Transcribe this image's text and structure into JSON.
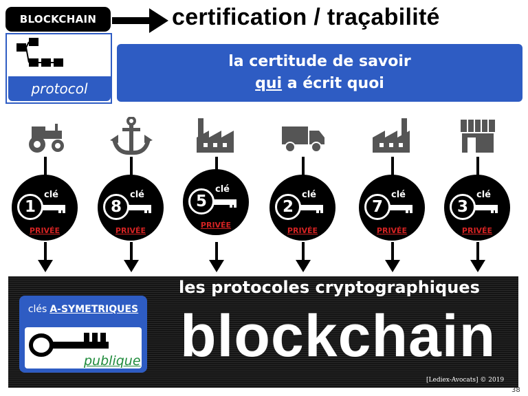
{
  "header": {
    "badge": "BLOCKCHAIN",
    "title": "certification / traçabilité",
    "protocol_label": "protocol"
  },
  "certitude": {
    "line1": "la certitude de savoir",
    "line2_underlined": "qui",
    "line2_rest": " a écrit quoi"
  },
  "actors": [
    {
      "icon": "tractor-icon",
      "number": "1",
      "cle": "clé",
      "privee": "PRIVÉE"
    },
    {
      "icon": "anchor-icon",
      "number": "8",
      "cle": "clé",
      "privee": "PRIVÉE"
    },
    {
      "icon": "factory-icon",
      "number": "5",
      "cle": "clé",
      "privee": "PRIVÉE"
    },
    {
      "icon": "truck-icon",
      "number": "2",
      "cle": "clé",
      "privee": "PRIVÉE"
    },
    {
      "icon": "factory-icon",
      "number": "7",
      "cle": "clé",
      "privee": "PRIVÉE"
    },
    {
      "icon": "store-icon",
      "number": "3",
      "cle": "clé",
      "privee": "PRIVÉE"
    }
  ],
  "bottom": {
    "subtitle": "les protocoles cryptographiques",
    "main_word": "blockchain",
    "asym_prefix": "clés",
    "asym_emph": "A-SYMETRIQUES",
    "publique": "publique",
    "credit": "[Lediex-Avocats] © 2019",
    "page": "38"
  },
  "colors": {
    "blue": "#2e5cc3",
    "red": "#d32222",
    "green": "#1e8a3a"
  }
}
